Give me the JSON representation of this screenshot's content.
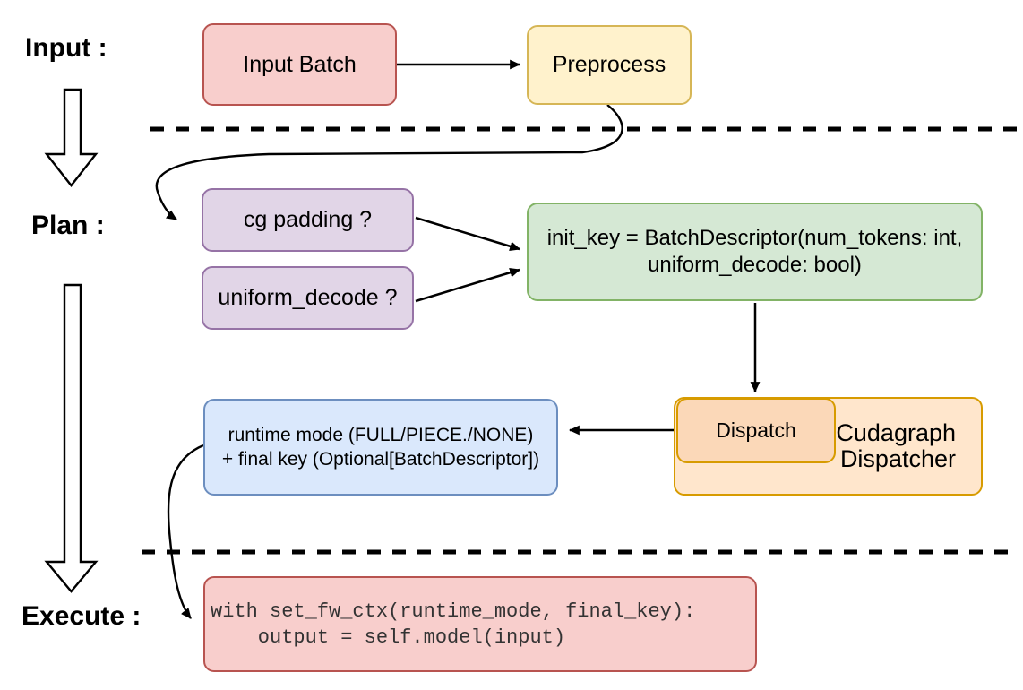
{
  "stages": {
    "input": "Input :",
    "plan": "Plan :",
    "execute": "Execute :"
  },
  "nodes": {
    "input_batch": {
      "label": "Input Batch"
    },
    "preprocess": {
      "label": "Preprocess"
    },
    "cg_padding": {
      "label": "cg padding ?"
    },
    "uniform_decode": {
      "label": "uniform_decode ?"
    },
    "init_key": {
      "line1": "init_key = BatchDescriptor(num_tokens: int,",
      "line2": "uniform_decode: bool)"
    },
    "dispatch": {
      "label": "Dispatch"
    },
    "cudagraph_dispatcher": {
      "line1": "Cudagraph",
      "line2": "Dispatcher"
    },
    "runtime_result": {
      "line1": "runtime mode (FULL/PIECE./NONE)",
      "line2": "+ final key (Optional[BatchDescriptor])"
    },
    "execute_code": {
      "line1": "with set_fw_ctx(runtime_mode, final_key):",
      "line2": "    output = self.model(input)"
    }
  },
  "colors": {
    "red_fill": "#f8cecc",
    "red_stroke": "#b85450",
    "yellow_fill": "#fff2cc",
    "yellow_stroke": "#d6b656",
    "purple_fill": "#e1d5e7",
    "purple_stroke": "#9673a6",
    "green_fill": "#d5e8d4",
    "green_stroke": "#82b366",
    "orange_fill": "#ffe6cc",
    "orange_inner_fill": "#fbd8b8",
    "orange_stroke": "#d79b00",
    "blue_fill": "#dae8fc",
    "blue_stroke": "#6c8ebf",
    "connector": "#000000",
    "code_text": "#333333"
  }
}
